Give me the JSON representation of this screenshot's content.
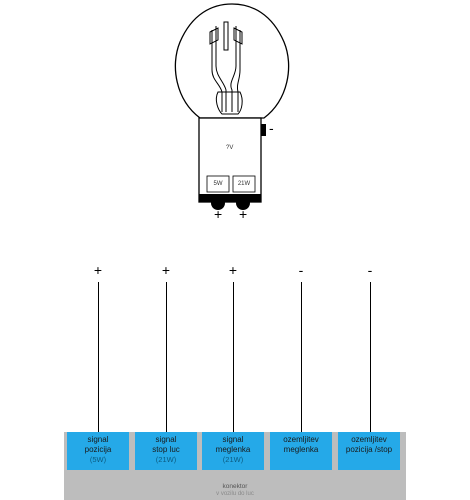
{
  "bulb": {
    "voltage": "?V",
    "filament_left": "5W",
    "filament_right": "21W",
    "side_terminal_sign": "-",
    "bottom_terminal_signs": [
      "+",
      "+"
    ]
  },
  "pins": [
    {
      "sign": "+",
      "label_line1": "signal",
      "label_line2": "pozicija",
      "note": "(5W)"
    },
    {
      "sign": "+",
      "label_line1": "signal",
      "label_line2": "stop luc",
      "note": "(21W)"
    },
    {
      "sign": "+",
      "label_line1": "signal",
      "label_line2": "meglenka",
      "note": "(21W)"
    },
    {
      "sign": "-",
      "label_line1": "ozemljitev",
      "label_line2": "meglenka",
      "note": ""
    },
    {
      "sign": "-",
      "label_line1": "ozemljitev",
      "label_line2": "pozicija /stop",
      "note": ""
    }
  ],
  "connector": {
    "title": "konektor",
    "subtitle": "v vozilu do luc"
  },
  "colors": {
    "signal_box": "#25a9e8",
    "connector_body": "#bdbdbd",
    "bulb_socket": "#ffffff",
    "outline": "#000000"
  }
}
